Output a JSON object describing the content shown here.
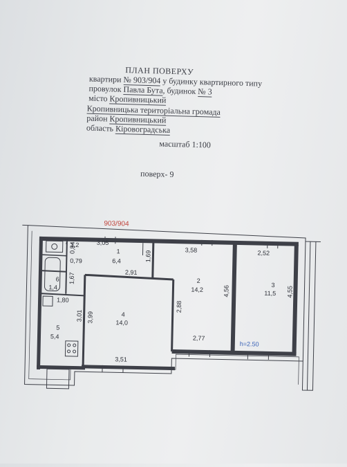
{
  "header": {
    "title": "ПЛАН ПОВЕРХУ",
    "line1_prefix": "квартири",
    "line1_value": "№ 903/904",
    "line1_suffix": "у будинку квартирного типу",
    "line2_prefix": "провулок",
    "line2_value": "Павла Бута",
    "line2_mid": ", будинок",
    "line2_num": "№ 3",
    "line3_prefix": "місто",
    "line3_value": "Кропивницький",
    "line4_value": "Кропивницька територіальна громада",
    "line5_prefix": "район",
    "line5_value": "Кропивницький",
    "line6_prefix": "область",
    "line6_value": "Кіровоградська",
    "scale": "масштаб 1:100",
    "floor": "поверх- 9"
  },
  "plan": {
    "apartment_label": "903/904",
    "height_label": "h=2.50",
    "rooms": [
      {
        "num": "1",
        "area": "6,4"
      },
      {
        "num": "2",
        "area": "14,2"
      },
      {
        "num": "3",
        "area": "11,5"
      },
      {
        "num": "4",
        "area": "14,0"
      },
      {
        "num": "5",
        "area": "5,4"
      },
      {
        "num": "6",
        "area": "1,4"
      },
      {
        "num": "7",
        "area": "1,2"
      }
    ],
    "dimensions": {
      "d_305": "3,05",
      "d_358": "3,58",
      "d_252": "2,52",
      "d_084": "0,84",
      "d_079": "0,79",
      "d_169": "1,69",
      "d_291": "2,91",
      "d_167": "1,67",
      "d_456": "4,56",
      "d_455": "4,55",
      "d_180": "1,80",
      "d_288": "2,88",
      "d_399": "3,99",
      "d_301": "3,01",
      "d_277": "2,77",
      "d_351": "3,51"
    }
  }
}
